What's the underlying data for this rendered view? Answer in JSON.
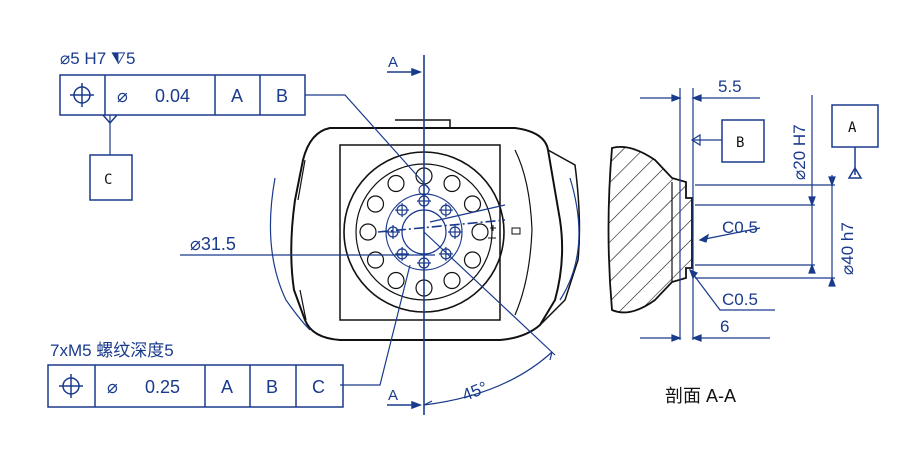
{
  "colors": {
    "dimension": "#1a3a8c",
    "outline": "#111111",
    "frame_box": "#1a3a8c",
    "hatch": "#111111"
  },
  "front_view": {
    "hole_callout_top": "⌀5 H7 ⧨5",
    "frame_top": {
      "symbol": "position-icon",
      "diameter_symbol": "⌀",
      "tolerance": "0.04",
      "datum_1": "A",
      "datum_2": "B"
    },
    "datum_c_label": "C",
    "pcd_label": "⌀31.5",
    "thread_callout": "7xM5 螺纹深度5",
    "frame_bottom": {
      "symbol": "position-icon",
      "diameter_symbol": "⌀",
      "tolerance": "0.25",
      "datum_1": "A",
      "datum_2": "B",
      "datum_3": "C"
    },
    "section_mark_top": "A",
    "section_mark_bottom": "A",
    "angle_label": "45°"
  },
  "section_view": {
    "dim_top": "5.5",
    "datum_b_label": "B",
    "datum_a_label": "A",
    "dia_20": "⌀20 H7",
    "dia_40": "⌀40 h7",
    "chamfer_top": "C0.5",
    "chamfer_bottom": "C0.5",
    "dim_bottom": "6",
    "title": "剖面 A-A"
  }
}
